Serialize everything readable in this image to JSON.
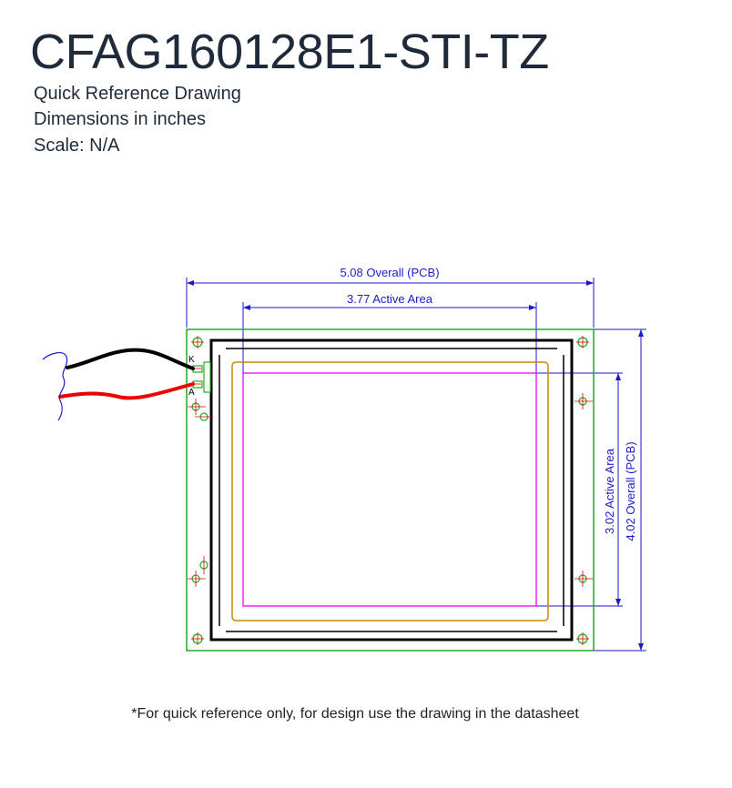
{
  "header": {
    "title": "CFAG160128E1-STI-TZ",
    "line1": "Quick Reference Drawing",
    "line2": "Dimensions in inches",
    "line3": "Scale: N/A"
  },
  "drawing": {
    "dim_top_outer": "5.08 Overall (PCB)",
    "dim_top_inner": "3.77 Active Area",
    "dim_right_inner": "3.02 Active Area",
    "dim_right_outer": "4.02 Overall (PCB)",
    "pin_k": "K",
    "pin_a": "A",
    "colors": {
      "pcb": "#22aa22",
      "dimension": "#1a1acc",
      "active_area": "#ee00ee",
      "viewing_area": "#cc8800",
      "wire_black": "#000000",
      "wire_red": "#ee0000",
      "mount_hole": "#22aa22",
      "crosshair": "#dd0000"
    }
  },
  "footer": {
    "note": "*For quick reference only, for design use the drawing in the datasheet"
  }
}
